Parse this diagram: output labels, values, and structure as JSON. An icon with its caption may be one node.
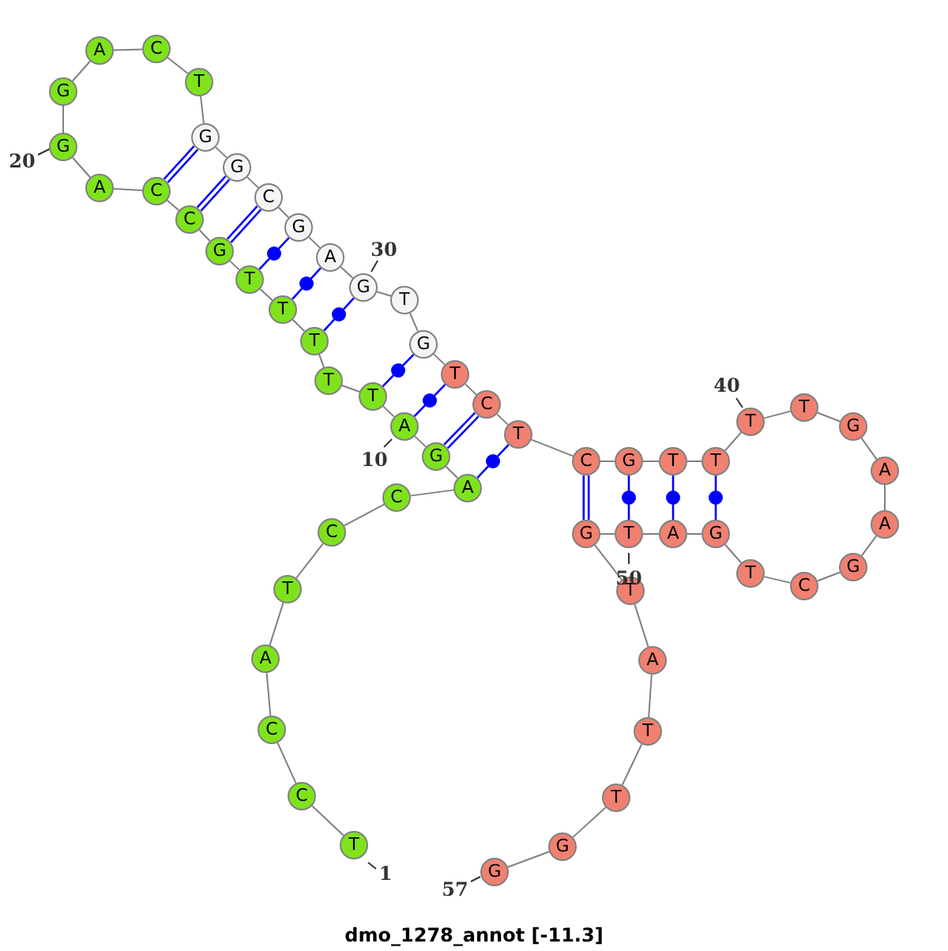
{
  "diagram": {
    "caption": "dmo_1278_annot [-11.3]",
    "nodes": [
      {
        "text": [
          "T"
        ]
      },
      {
        "text": [
          "C"
        ]
      },
      {
        "text": [
          "C"
        ]
      },
      {
        "text": [
          "A"
        ]
      },
      {
        "text": [
          "T"
        ]
      },
      {
        "text": [
          "C"
        ]
      },
      {
        "text": [
          "C"
        ]
      },
      {
        "text": [
          "A"
        ]
      },
      {
        "text": [
          "G"
        ]
      },
      {
        "text": [
          "A"
        ]
      },
      {
        "text": [
          "T"
        ]
      },
      {
        "text": [
          "T"
        ]
      },
      {
        "text": [
          "T"
        ]
      },
      {
        "text": [
          "T"
        ]
      },
      {
        "text": [
          "T"
        ]
      },
      {
        "text": [
          "G"
        ]
      },
      {
        "text": [
          "C"
        ]
      },
      {
        "text": [
          "C"
        ]
      },
      {
        "text": [
          "A"
        ]
      },
      {
        "text": [
          "G"
        ]
      },
      {
        "text": [
          "G"
        ]
      },
      {
        "text": [
          "A"
        ]
      },
      {
        "text": [
          "C"
        ]
      },
      {
        "text": [
          "T"
        ]
      },
      {
        "text": [
          "G"
        ]
      },
      {
        "text": [
          "G"
        ]
      },
      {
        "text": [
          "C"
        ]
      },
      {
        "text": [
          "G"
        ]
      },
      {
        "text": [
          "A"
        ]
      },
      {
        "text": [
          "G"
        ]
      },
      {
        "text": [
          "T"
        ]
      },
      {
        "text": [
          "G"
        ]
      },
      {
        "text": [
          "T"
        ]
      },
      {
        "text": [
          "C"
        ]
      },
      {
        "text": [
          "T"
        ]
      },
      {
        "text": [
          "C"
        ]
      },
      {
        "text": [
          "G"
        ]
      },
      {
        "text": [
          "T"
        ]
      },
      {
        "text": [
          "T"
        ]
      },
      {
        "text": [
          "T"
        ]
      },
      {
        "text": [
          "T"
        ]
      },
      {
        "text": [
          "G"
        ]
      },
      {
        "text": [
          "A"
        ]
      },
      {
        "text": [
          "A"
        ]
      },
      {
        "text": [
          "G"
        ]
      },
      {
        "text": [
          "C"
        ]
      },
      {
        "text": [
          "T"
        ]
      },
      {
        "text": [
          "G"
        ]
      },
      {
        "text": [
          "A"
        ]
      },
      {
        "text": [
          "T"
        ]
      },
      {
        "text": [
          "G"
        ]
      },
      {
        "text": [
          "T"
        ]
      },
      {
        "text": [
          "A"
        ]
      },
      {
        "text": [
          "T"
        ]
      },
      {
        "text": [
          "T"
        ]
      },
      {
        "text": [
          "G"
        ]
      },
      {
        "text": [
          "G"
        ]
      }
    ],
    "edges": [
      {
        "from": 0,
        "to": 1,
        "arrow": "none"
      },
      {
        "from": 1,
        "to": 2,
        "arrow": "none"
      },
      {
        "from": 2,
        "to": 3,
        "arrow": "none"
      },
      {
        "from": 3,
        "to": 4,
        "arrow": "none"
      },
      {
        "from": 4,
        "to": 5,
        "arrow": "none"
      },
      {
        "from": 5,
        "to": 6,
        "arrow": "none"
      },
      {
        "from": 6,
        "to": 7,
        "arrow": "none"
      },
      {
        "from": 7,
        "to": 8,
        "arrow": "none"
      },
      {
        "from": 8,
        "to": 9,
        "arrow": "none"
      },
      {
        "from": 9,
        "to": 10,
        "arrow": "none"
      },
      {
        "from": 10,
        "to": 11,
        "arrow": "none"
      },
      {
        "from": 11,
        "to": 12,
        "arrow": "none"
      },
      {
        "from": 12,
        "to": 13,
        "arrow": "none"
      },
      {
        "from": 13,
        "to": 14,
        "arrow": "none"
      },
      {
        "from": 14,
        "to": 15,
        "arrow": "none"
      },
      {
        "from": 15,
        "to": 16,
        "arrow": "none"
      },
      {
        "from": 16,
        "to": 17,
        "arrow": "none"
      },
      {
        "from": 17,
        "to": 18,
        "arrow": "none"
      },
      {
        "from": 18,
        "to": 19,
        "arrow": "none"
      },
      {
        "from": 19,
        "to": 20,
        "arrow": "none"
      },
      {
        "from": 20,
        "to": 21,
        "arrow": "none"
      },
      {
        "from": 21,
        "to": 22,
        "arrow": "none"
      },
      {
        "from": 22,
        "to": 23,
        "arrow": "none"
      },
      {
        "from": 23,
        "to": 24,
        "arrow": "none"
      },
      {
        "from": 24,
        "to": 25,
        "arrow": "none"
      },
      {
        "from": 25,
        "to": 26,
        "arrow": "none"
      },
      {
        "from": 26,
        "to": 27,
        "arrow": "none"
      },
      {
        "from": 27,
        "to": 28,
        "arrow": "none"
      },
      {
        "from": 28,
        "to": 29,
        "arrow": "none"
      },
      {
        "from": 29,
        "to": 30,
        "arrow": "none"
      },
      {
        "from": 30,
        "to": 31,
        "arrow": "none"
      },
      {
        "from": 31,
        "to": 32,
        "arrow": "none"
      },
      {
        "from": 32,
        "to": 33,
        "arrow": "none"
      },
      {
        "from": 33,
        "to": 34,
        "arrow": "none"
      },
      {
        "from": 34,
        "to": 35,
        "arrow": "none"
      },
      {
        "from": 35,
        "to": 36,
        "arrow": "none"
      },
      {
        "from": 36,
        "to": 37,
        "arrow": "none"
      },
      {
        "from": 37,
        "to": 38,
        "arrow": "none"
      },
      {
        "from": 38,
        "to": 39,
        "arrow": "none"
      },
      {
        "from": 39,
        "to": 40,
        "arrow": "none"
      },
      {
        "from": 40,
        "to": 41,
        "arrow": "none"
      },
      {
        "from": 41,
        "to": 42,
        "arrow": "none"
      },
      {
        "from": 42,
        "to": 43,
        "arrow": "none"
      },
      {
        "from": 43,
        "to": 44,
        "arrow": "none"
      },
      {
        "from": 44,
        "to": 45,
        "arrow": "none"
      },
      {
        "from": 45,
        "to": 46,
        "arrow": "none"
      },
      {
        "from": 46,
        "to": 47,
        "arrow": "none"
      },
      {
        "from": 47,
        "to": 48,
        "arrow": "none"
      },
      {
        "from": 48,
        "to": 49,
        "arrow": "none"
      },
      {
        "from": 49,
        "to": 50,
        "arrow": "none"
      },
      {
        "from": 50,
        "to": 51,
        "arrow": "none"
      },
      {
        "from": 51,
        "to": 52,
        "arrow": "none"
      },
      {
        "from": 52,
        "to": 53,
        "arrow": "none"
      },
      {
        "from": 53,
        "to": 54,
        "arrow": "none"
      },
      {
        "from": 54,
        "to": 55,
        "arrow": "none"
      },
      {
        "from": 55,
        "to": 56,
        "arrow": "none"
      },
      {
        "from": 17,
        "to": 24,
        "arrow": "none",
        "color": "#0000ff"
      },
      {
        "from": 16,
        "to": 25,
        "arrow": "none",
        "color": "#0000ff"
      },
      {
        "from": 15,
        "to": 26,
        "arrow": "none",
        "color": "#0000ff"
      },
      {
        "from": 14,
        "to": 27,
        "arrow": "none",
        "color": "#0000ff"
      },
      {
        "from": 13,
        "to": 28,
        "arrow": "none",
        "color": "#0000ff"
      },
      {
        "from": 12,
        "to": 29,
        "arrow": "none",
        "color": "#0000ff"
      },
      {
        "from": 10,
        "to": 31,
        "arrow": "none",
        "color": "#0000ff"
      },
      {
        "from": 9,
        "to": 32,
        "arrow": "none",
        "color": "#0000ff"
      },
      {
        "from": 8,
        "to": 33,
        "arrow": "none",
        "color": "#0000ff"
      },
      {
        "from": 7,
        "to": 34,
        "arrow": "none",
        "color": "#0000ff"
      },
      {
        "from": 35,
        "to": 50,
        "arrow": "none",
        "color": "#0000ff"
      },
      {
        "from": 36,
        "to": 49,
        "arrow": "none",
        "color": "#0000ff"
      },
      {
        "from": 37,
        "to": 48,
        "arrow": "none",
        "color": "#0000ff"
      },
      {
        "from": 38,
        "to": 47,
        "arrow": "none",
        "color": "#0000ff"
      }
    ],
    "labels": [
      "20",
      "30",
      "40",
      "10",
      "50",
      "1",
      "57"
    ]
  }
}
